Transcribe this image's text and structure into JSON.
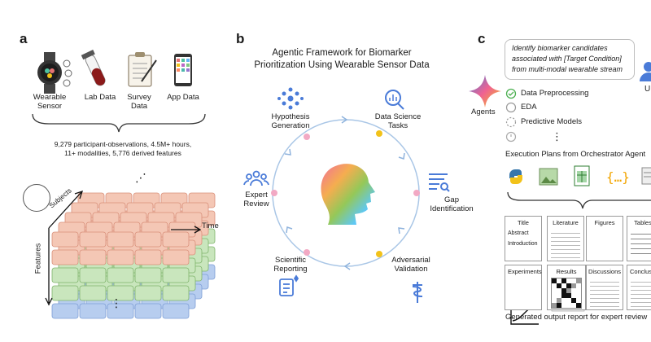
{
  "panel_a": {
    "letter": "a",
    "sources": [
      {
        "label": "Wearable\nSensor",
        "icon": "smartwatch-icon"
      },
      {
        "label": "Lab Data",
        "icon": "test-tube-icon"
      },
      {
        "label": "Survey\nData",
        "icon": "clipboard-icon"
      },
      {
        "label": "App Data",
        "icon": "phone-icon"
      }
    ],
    "summary_line1": "9,279 participant-observations, 4.5M+ hours,",
    "summary_line2": "11+ modalities, 5,776 derived features",
    "axis_subjects": "Subjects",
    "axis_time": "Time",
    "axis_features": "Features",
    "ellipsis_vertical": "⋮",
    "ellipsis_diag": "⋰"
  },
  "panel_b": {
    "letter": "b",
    "title_line1": "Agentic Framework for Biomarker",
    "title_line2": "Prioritization Using Wearable Sensor Data",
    "steps": [
      {
        "label": "Hypothesis\nGeneration",
        "icon": "network-icon"
      },
      {
        "label": "Data Science\nTasks",
        "icon": "magnifier-chart-icon"
      },
      {
        "label": "Gap\nIdentification",
        "icon": "lines-search-icon"
      },
      {
        "label": "Adversarial\nValidation",
        "icon": "caduceus-icon"
      },
      {
        "label": "Scientific\nReporting",
        "icon": "report-icon"
      },
      {
        "label": "Expert\nReview",
        "icon": "people-icon"
      }
    ],
    "colors": {
      "ring": "#a9c6e6",
      "pink": "#f2a9c4",
      "yellow": "#f2c21a",
      "arrow": "#8fb3dd"
    }
  },
  "panel_c": {
    "letter": "c",
    "prompt": "Identify biomarker candidates associated with [Target Condition] from multi-modal wearable stream",
    "agents_label": "Agents",
    "user_label": "U",
    "checklist": [
      {
        "label": "Data Preprocessing",
        "state": "done"
      },
      {
        "label": "EDA",
        "state": "pending"
      },
      {
        "label": "Predictive Models",
        "state": "pending"
      }
    ],
    "checklist_more": "⋮",
    "plans_title": "Execution Plans from Orchestrator Agent",
    "tool_icons": [
      "python-icon",
      "image-icon",
      "spreadsheet-icon",
      "json-braces-icon",
      "document-icon"
    ],
    "report_pages": [
      {
        "title": "Title",
        "lines": [
          "Abstract",
          "Introduction"
        ]
      },
      {
        "title": "Literature"
      },
      {
        "title": "Figures"
      },
      {
        "title": "Tables"
      },
      {
        "title": "Experiments"
      },
      {
        "title": "Results"
      },
      {
        "title": "Discussions"
      },
      {
        "title": "Conclusio"
      }
    ],
    "report_caption": "Generated output report for expert review"
  }
}
